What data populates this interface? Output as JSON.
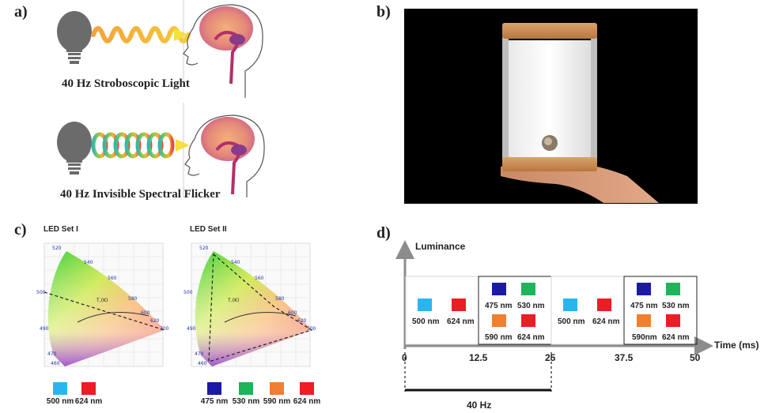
{
  "panels": {
    "a": {
      "letter": "a)",
      "label_top": "40 Hz Stroboscopic Light",
      "label_bottom": "40 Hz Invisible Spectral Flicker"
    },
    "b": {
      "letter": "b)"
    },
    "c": {
      "letter": "c)",
      "left_title": "LED Set I",
      "right_title": "LED Set II",
      "left_swatches": [
        {
          "label": "500 nm",
          "color": "#29b6f0"
        },
        {
          "label": "624 nm",
          "color": "#ee1c24"
        }
      ],
      "right_swatches": [
        {
          "label": "475 nm",
          "color": "#1a1aa6"
        },
        {
          "label": "530 nm",
          "color": "#1fb45a"
        },
        {
          "label": "590 nm",
          "color": "#ef7f32"
        },
        {
          "label": "624 nm",
          "color": "#ee1c24"
        }
      ]
    },
    "d": {
      "letter": "d)",
      "y_label": "Luminance",
      "x_label": "Time (ms)",
      "ticks": [
        "0",
        "12.5",
        "25",
        "37.5",
        "50"
      ],
      "bracket_label": "40 Hz",
      "seg1": [
        {
          "label": "500 nm",
          "color": "#29b6f0"
        },
        {
          "label": "624 nm",
          "color": "#ee1c24"
        }
      ],
      "seg2": [
        {
          "label": "475 nm",
          "color": "#1a1aa6"
        },
        {
          "label": "530 nm",
          "color": "#1fb45a"
        },
        {
          "label": "590 nm",
          "color": "#ef7f32"
        },
        {
          "label": "624 nm",
          "color": "#ee1c24"
        }
      ],
      "seg3": [
        {
          "label": "500 nm",
          "color": "#29b6f0"
        },
        {
          "label": "624 nm",
          "color": "#ee1c24"
        }
      ],
      "seg4": [
        {
          "label": "475 nm",
          "color": "#1a1aa6"
        },
        {
          "label": "530 nm",
          "color": "#1fb45a"
        },
        {
          "label": "590nm",
          "color": "#ef7f32"
        },
        {
          "label": "624 nm",
          "color": "#ee1c24"
        }
      ]
    }
  }
}
